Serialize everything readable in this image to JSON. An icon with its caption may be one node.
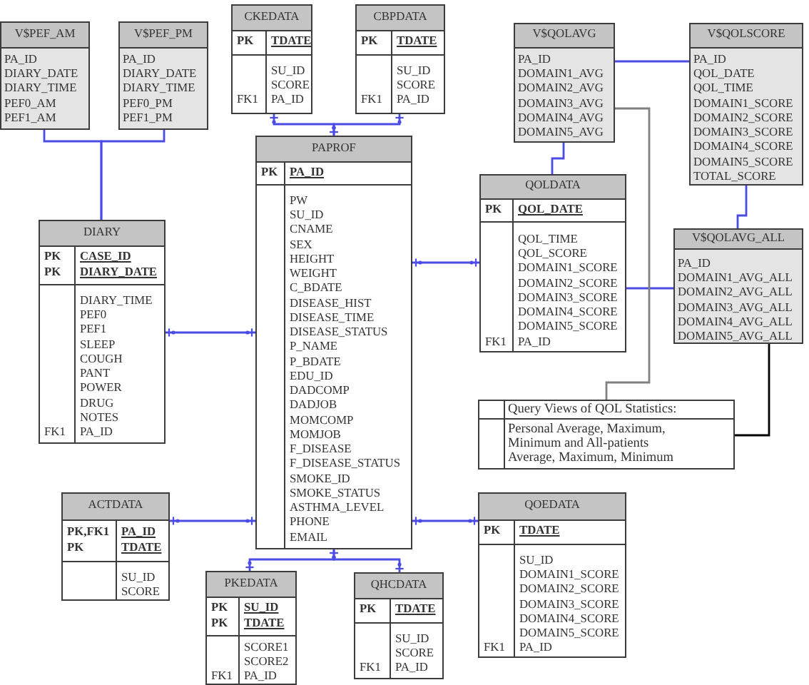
{
  "diagram": {
    "nodes": [
      {
        "text": [
          "V$PEF_AM",
          "PA_ID",
          "DIARY_DATE",
          "DIARY_TIME",
          "PEF0_AM",
          "PEF1_AM"
        ]
      },
      {
        "text": [
          "V$PEF_PM",
          "PA_ID",
          "DIARY_DATE",
          "DIARY_TIME",
          "PEF0_PM",
          "PEF1_PM"
        ]
      },
      {
        "text": [
          "CKEDATA",
          "PK",
          "TDATE",
          "SU_ID",
          "SCORE",
          "FK1",
          "PA_ID"
        ]
      },
      {
        "text": [
          "CBPDATA",
          "PK",
          "TDATE",
          "SU_ID",
          "SCORE",
          "FK1",
          "PA_ID"
        ]
      },
      {
        "text": [
          "V$QOLAVG",
          "PA_ID",
          "DOMAIN1_AVG",
          "DOMAIN2_AVG",
          "DOMAIN3_AVG",
          "DOMAIN4_AVG",
          "DOMAIN5_AVG"
        ]
      },
      {
        "text": [
          "V$QOLSCORE",
          "PA_ID",
          "QOL_DATE",
          "QOL_TIME",
          "DOMAIN1_SCORE",
          "DOMAIN2_SCORE",
          "DOMAIN3_SCORE",
          "DOMAIN4_SCORE",
          "DOMAIN5_SCORE",
          "TOTAL_SCORE"
        ]
      },
      {
        "text": [
          "PAPROF",
          "PK",
          "PA_ID",
          "PW",
          "SU_ID",
          "CNAME",
          "SEX",
          "HEIGHT",
          "WEIGHT",
          "C_BDATE",
          "DISEASE_HIST",
          "DISEASE_TIME",
          "DISEASE_STATUS",
          "P_NAME",
          "P_BDATE",
          "EDU_ID",
          "DADCOMP",
          "DADJOB",
          "MOMCOMP",
          "MOMJOB",
          "F_DISEASE",
          "F_DISEASE_STATUS",
          "SMOKE_ID",
          "SMOKE_STATUS",
          "ASTHMA_LEVEL",
          "PHONE",
          "EMAIL"
        ]
      },
      {
        "text": [
          "QOLDATA",
          "PK",
          "QOL_DATE",
          "QOL_TIME",
          "QOL_SCORE",
          "DOMAIN1_SCORE",
          "DOMAIN2_SCORE",
          "DOMAIN3_SCORE",
          "DOMAIN4_SCORE",
          "DOMAIN5_SCORE",
          "FK1",
          "PA_ID"
        ]
      },
      {
        "text": [
          "DIARY",
          "PK",
          "CASE_ID",
          "PK",
          "DIARY_DATE",
          "DIARY_TIME",
          "PEF0",
          "PEF1",
          "SLEEP",
          "COUGH",
          "PANT",
          "POWER",
          "DRUG",
          "NOTES",
          "FK1",
          "PA_ID"
        ]
      },
      {
        "text": [
          "V$QOLAVG_ALL",
          "PA_ID",
          "DOMAIN1_AVG_ALL",
          "DOMAIN2_AVG_ALL",
          "DOMAIN3_AVG_ALL",
          "DOMAIN4_AVG_ALL",
          "DOMAIN5_AVG_ALL"
        ]
      },
      {
        "text": [
          "Query Views of QOL Statistics:",
          "Personal Average, Maximum, Minimum and All-patients Average, Maximum, Minimum"
        ]
      },
      {
        "text": [
          "ACTDATA",
          "PK,FK1",
          "PA_ID",
          "PK",
          "TDATE",
          "SU_ID",
          "SCORE"
        ]
      },
      {
        "text": [
          "QOEDATA",
          "PK",
          "TDATE",
          "SU_ID",
          "DOMAIN1_SCORE",
          "DOMAIN2_SCORE",
          "DOMAIN3_SCORE",
          "DOMAIN4_SCORE",
          "DOMAIN5_SCORE",
          "FK1",
          "PA_ID"
        ]
      },
      {
        "text": [
          "PKEDATA",
          "PK",
          "SU_ID",
          "PK",
          "TDATE",
          "SCORE1",
          "SCORE2",
          "FK1",
          "PA_ID"
        ]
      },
      {
        "text": [
          "QHCDATA",
          "PK",
          "TDATE",
          "SU_ID",
          "SCORE",
          "FK1",
          "PA_ID"
        ]
      }
    ],
    "edges": [
      {
        "from": 0,
        "to": 8,
        "arrow": "none"
      },
      {
        "from": 1,
        "to": 8,
        "arrow": "none"
      },
      {
        "from": 6,
        "to": 2,
        "arrow": "other"
      },
      {
        "from": 6,
        "to": 3,
        "arrow": "other"
      },
      {
        "from": 4,
        "to": 5,
        "arrow": "none"
      },
      {
        "from": 4,
        "to": 7,
        "arrow": "none"
      },
      {
        "from": 6,
        "to": 8,
        "arrow": "other"
      },
      {
        "from": 6,
        "to": 7,
        "arrow": "other"
      },
      {
        "from": 5,
        "to": 9,
        "arrow": "none"
      },
      {
        "from": 7,
        "to": 9,
        "arrow": "none"
      },
      {
        "from": 4,
        "to": 10,
        "arrow": "none",
        "color": "#808080"
      },
      {
        "from": 9,
        "to": 10,
        "arrow": "none",
        "color": "#000000"
      },
      {
        "from": 6,
        "to": 11,
        "arrow": "other"
      },
      {
        "from": 6,
        "to": 12,
        "arrow": "other"
      },
      {
        "from": 6,
        "to": 13,
        "arrow": "other"
      },
      {
        "from": 6,
        "to": 14,
        "arrow": "other"
      }
    ]
  }
}
